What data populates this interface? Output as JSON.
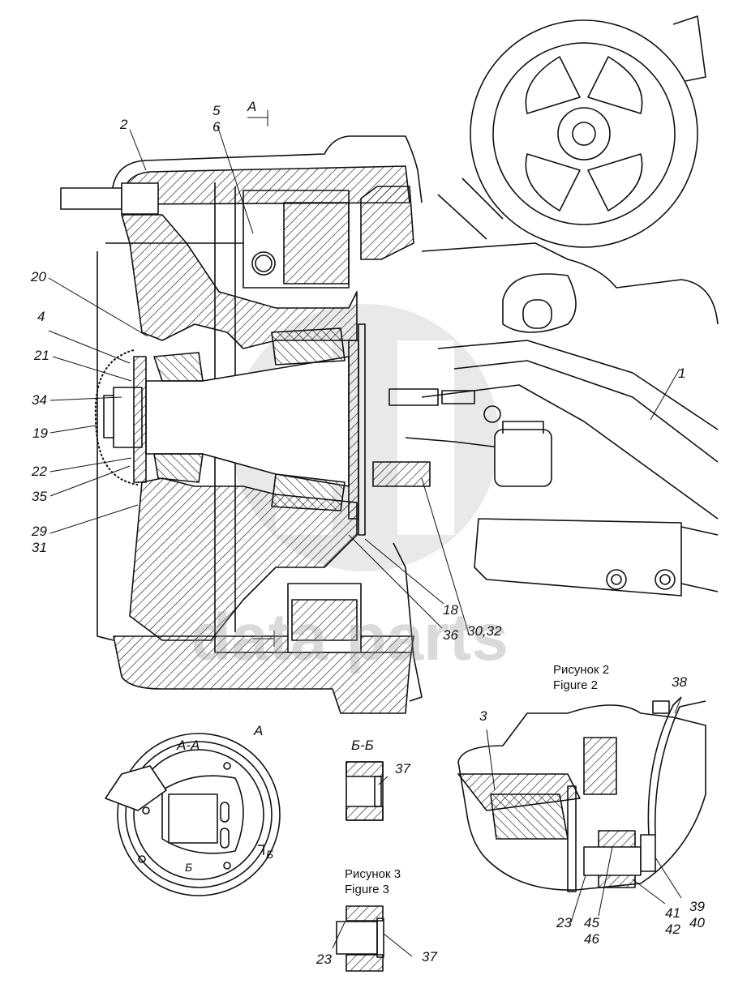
{
  "watermark": {
    "text": "data parts",
    "logo": "dp-logo"
  },
  "section_marks": {
    "a_top": "A",
    "a_bottom": "A",
    "view_aa": "A-A",
    "view_bb": "Б-Б",
    "b_mark_1": "Б",
    "b_mark_2": "Б"
  },
  "figures": {
    "figure2": {
      "ru": "Рисунок 2",
      "en": "Figure 2"
    },
    "figure3": {
      "ru": "Рисунок 3",
      "en": "Figure 3"
    }
  },
  "callouts_main": [
    "2",
    "5",
    "6",
    "20",
    "4",
    "21",
    "34",
    "19",
    "22",
    "35",
    "29",
    "31",
    "1",
    "18",
    "36",
    "30,32"
  ],
  "callouts_fig2": [
    "3",
    "38",
    "23",
    "45",
    "46",
    "41",
    "42",
    "39",
    "40"
  ],
  "callouts_bb": [
    "37"
  ],
  "callouts_fig3": [
    "23",
    "37"
  ]
}
